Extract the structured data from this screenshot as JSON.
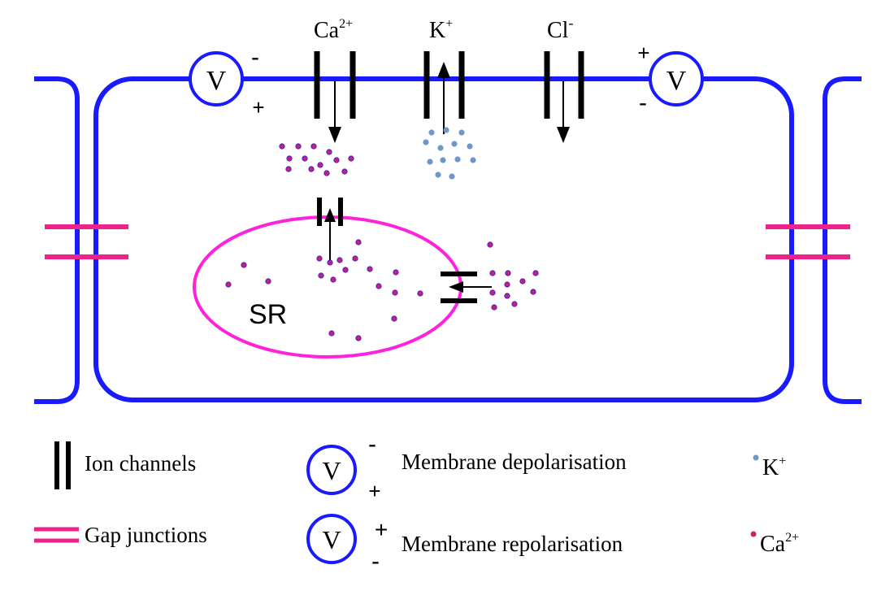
{
  "colors": {
    "membrane": "#1a1aff",
    "sr": "#ff22dd",
    "gap": "#ee2288",
    "channel": "#000000",
    "k_dot": "#6f98c8",
    "ca_dot": "#c8226b",
    "ca_dot_edge": "#1a1aff"
  },
  "channels": {
    "ca": {
      "label_base": "Ca",
      "label_sup": "2+"
    },
    "k": {
      "label_base": "K",
      "label_sup": "+"
    },
    "cl": {
      "label_base": "Cl",
      "label_sup": "-"
    }
  },
  "voltmeters": {
    "left": {
      "symbol": "V",
      "top_sign": "-",
      "bottom_sign": "+"
    },
    "right": {
      "symbol": "V",
      "top_sign": "+",
      "bottom_sign": "-"
    }
  },
  "sr_label": "SR",
  "legend": {
    "ion_channels": "Ion channels",
    "gap_junctions": "Gap junctions",
    "depolarisation": {
      "symbol": "V",
      "top_sign": "-",
      "bottom_sign": "+",
      "label": "Membrane depolarisation"
    },
    "repolarisation": {
      "symbol": "V",
      "top_sign": "+",
      "bottom_sign": "-",
      "label": "Membrane repolarisation"
    },
    "k_ion": {
      "base": "K",
      "sup": "+"
    },
    "ca_ion": {
      "base": "Ca",
      "sup": "2+"
    }
  }
}
